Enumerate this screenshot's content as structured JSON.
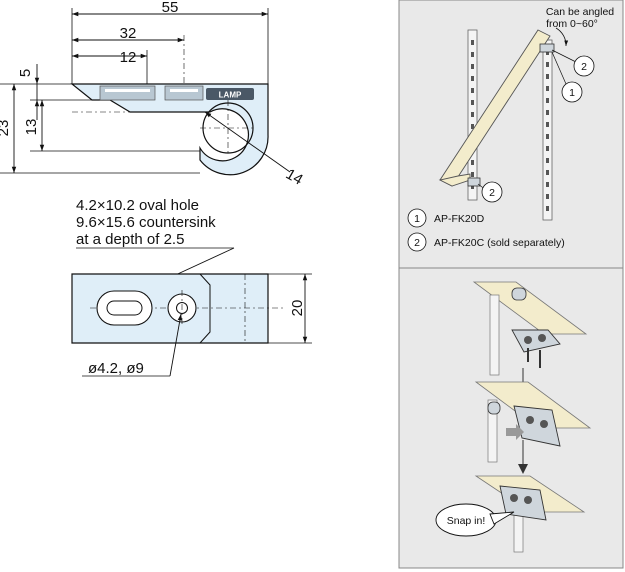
{
  "colors": {
    "part_fill": "#dfeef8",
    "panel_fill": "#e9e9e9",
    "shelf_fill": "#f3eccc",
    "line": "#111111",
    "callout_fill": "#ffffff"
  },
  "top_view": {
    "dim_overall_width": "55",
    "dim_hole_offset": "32",
    "dim_inner_offset": "12",
    "dim_thickness": "5",
    "dim_height": "23",
    "dim_hook_height": "13",
    "dim_hook_diameter": "14",
    "brand_mark": "LAMP"
  },
  "front_view": {
    "note_line_1": "4.2×10.2 oval hole",
    "note_line_2": "9.6×15.6 countersink",
    "note_line_3": "at a depth of 2.5",
    "dim_width": "20",
    "dim_hole_diameter": "ø4.2, ø9"
  },
  "angle_panel": {
    "angle_note_line_1": "Can be angled",
    "angle_note_line_2": "from 0~60°",
    "legend": [
      {
        "number": "1",
        "label": "AP-FK20D"
      },
      {
        "number": "2",
        "label": "AP-FK20C (sold separately)"
      }
    ],
    "callout_markers": [
      "2",
      "1",
      "2"
    ]
  },
  "install_panel": {
    "speech_bubble": "Snap in!"
  }
}
